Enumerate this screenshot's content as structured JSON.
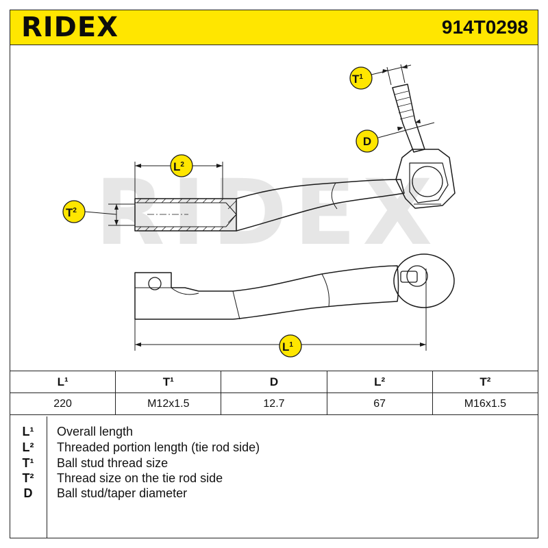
{
  "header": {
    "brand": "RIDEX",
    "part_number": "914T0298"
  },
  "watermark": "RIDEX",
  "callouts": {
    "t1": {
      "main": "T",
      "sup": "1"
    },
    "d": {
      "main": "D"
    },
    "l2": {
      "main": "L",
      "sup": "2"
    },
    "t2": {
      "main": "T",
      "sup": "2"
    },
    "l1": {
      "main": "L",
      "sup": "1"
    }
  },
  "spec_table": {
    "headers": [
      "L¹",
      "T¹",
      "D",
      "L²",
      "T²"
    ],
    "values": [
      "220",
      "M12x1.5",
      "12.7",
      "67",
      "M16x1.5"
    ]
  },
  "legend": [
    {
      "symbol": "L¹",
      "description": "Overall length"
    },
    {
      "symbol": "L²",
      "description": "Threaded portion length (tie rod side)"
    },
    {
      "symbol": "T¹",
      "description": "Ball stud thread size"
    },
    {
      "symbol": "T²",
      "description": "Thread size on the tie rod side"
    },
    {
      "symbol": "D",
      "description": "Ball stud/taper diameter"
    }
  ],
  "colors": {
    "brand_yellow": "#ffe600",
    "watermark_gray": "#e6e6e6",
    "line": "#1a1a1a"
  }
}
